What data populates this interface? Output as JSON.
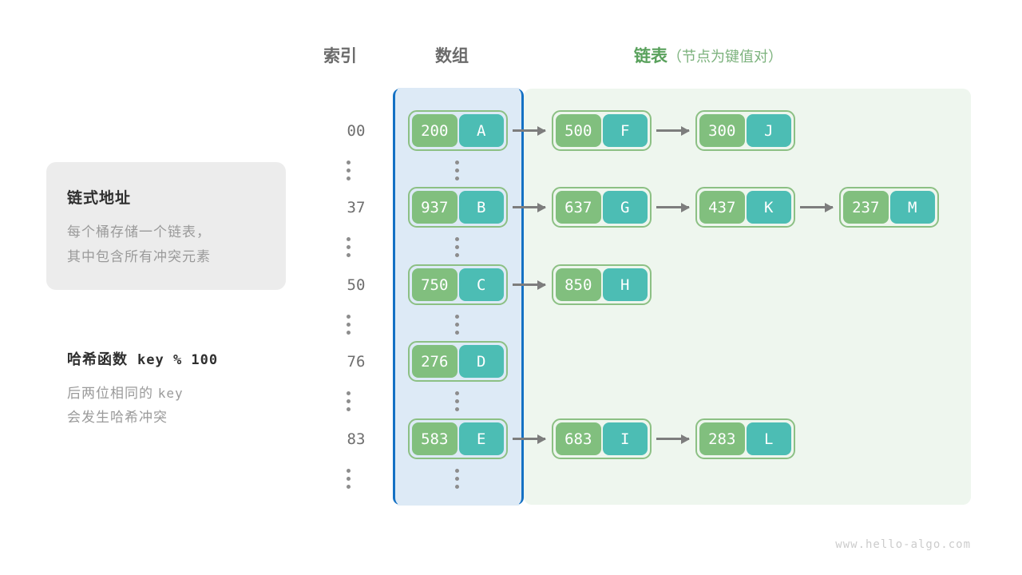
{
  "headers": {
    "index": "索引",
    "array": "数组",
    "list_main": "链表",
    "list_sub": "（节点为键值对）",
    "list_color": "#59a15c"
  },
  "info_card": {
    "title": "链式地址",
    "line1": "每个桶存储一个链表，",
    "line2": "其中包含所有冲突元素",
    "background": "#ececec"
  },
  "hash_note": {
    "title_label": "哈希函数",
    "title_code": "key % 100",
    "desc_line1_text": "后两位相同的",
    "desc_line1_code": "key",
    "desc_line2": "会发生哈希冲突"
  },
  "panels": {
    "array_fill": "#ddeaf6",
    "array_border": "#1471c4",
    "list_fill": "#eef6ee"
  },
  "node_colors": {
    "key": "#81bf7e",
    "value": "#4cbdb4",
    "border": "#8cc084",
    "arrow": "#7d7d7d"
  },
  "rows": [
    {
      "index": "00",
      "bucket": {
        "key": "200",
        "value": "A"
      },
      "chain": [
        {
          "key": "500",
          "value": "F"
        },
        {
          "key": "300",
          "value": "J"
        }
      ]
    },
    {
      "index": "37",
      "bucket": {
        "key": "937",
        "value": "B"
      },
      "chain": [
        {
          "key": "637",
          "value": "G"
        },
        {
          "key": "437",
          "value": "K"
        },
        {
          "key": "237",
          "value": "M"
        }
      ]
    },
    {
      "index": "50",
      "bucket": {
        "key": "750",
        "value": "C"
      },
      "chain": [
        {
          "key": "850",
          "value": "H"
        }
      ]
    },
    {
      "index": "76",
      "bucket": {
        "key": "276",
        "value": "D"
      },
      "chain": []
    },
    {
      "index": "83",
      "bucket": {
        "key": "583",
        "value": "E"
      },
      "chain": [
        {
          "key": "683",
          "value": "I"
        },
        {
          "key": "283",
          "value": "L"
        }
      ]
    }
  ],
  "ellipsis_rows": [
    {
      "index_dots": true,
      "array_dots": true
    },
    {
      "index_dots": true,
      "array_dots": true
    },
    {
      "index_dots": true,
      "array_dots": true
    },
    {
      "index_dots": true,
      "array_dots": true
    },
    {
      "index_dots": true,
      "array_dots": true
    }
  ],
  "watermark": "www.hello-algo.com"
}
